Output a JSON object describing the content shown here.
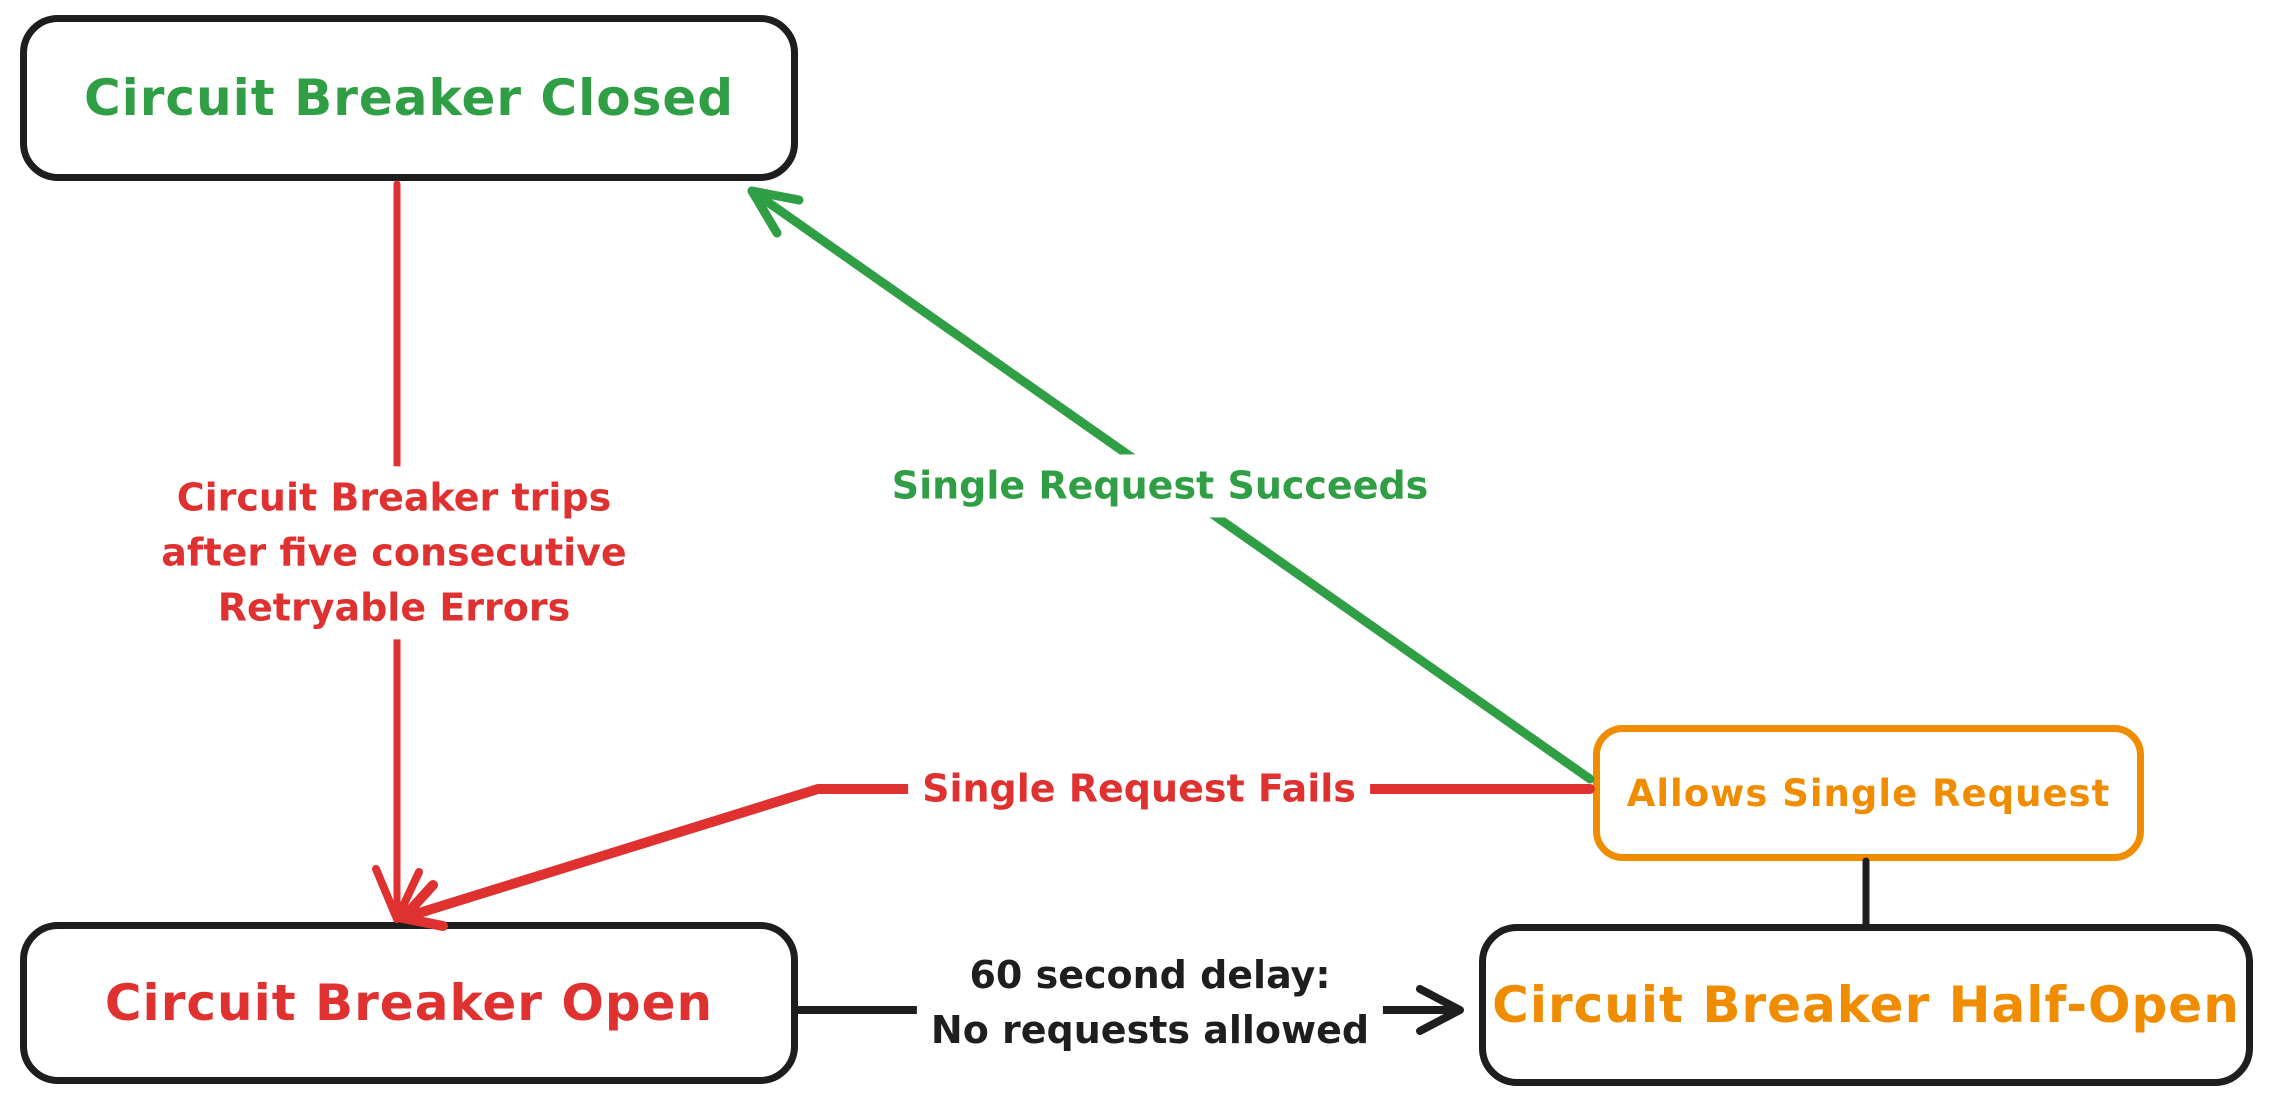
{
  "colors": {
    "background": "#ffffff",
    "black": "#1e1e1e",
    "red": "#e03131",
    "green": "#2f9e44",
    "orange": "#f08c00"
  },
  "nodes": {
    "closed": {
      "label": "Circuit Breaker Closed",
      "color": "green"
    },
    "open": {
      "label": "Circuit Breaker Open",
      "color": "red"
    },
    "half_open": {
      "label": "Circuit Breaker Half-Open",
      "color": "orange"
    },
    "allows": {
      "label": "Allows Single Request",
      "color": "orange"
    }
  },
  "edges": {
    "trip": {
      "label": "Circuit Breaker trips\nafter five consecutive\nRetryable Errors",
      "color": "red",
      "from": "closed",
      "to": "open"
    },
    "success": {
      "label": "Single Request Succeeds",
      "color": "green",
      "from": "allows",
      "to": "closed"
    },
    "fails": {
      "label": "Single Request Fails",
      "color": "red",
      "from": "allows",
      "to": "open"
    },
    "delay": {
      "label": "60 second delay:\nNo requests allowed",
      "color": "black",
      "from": "open",
      "to": "half_open"
    },
    "link": {
      "label": "",
      "color": "black",
      "from": "allows",
      "to": "half_open"
    }
  }
}
